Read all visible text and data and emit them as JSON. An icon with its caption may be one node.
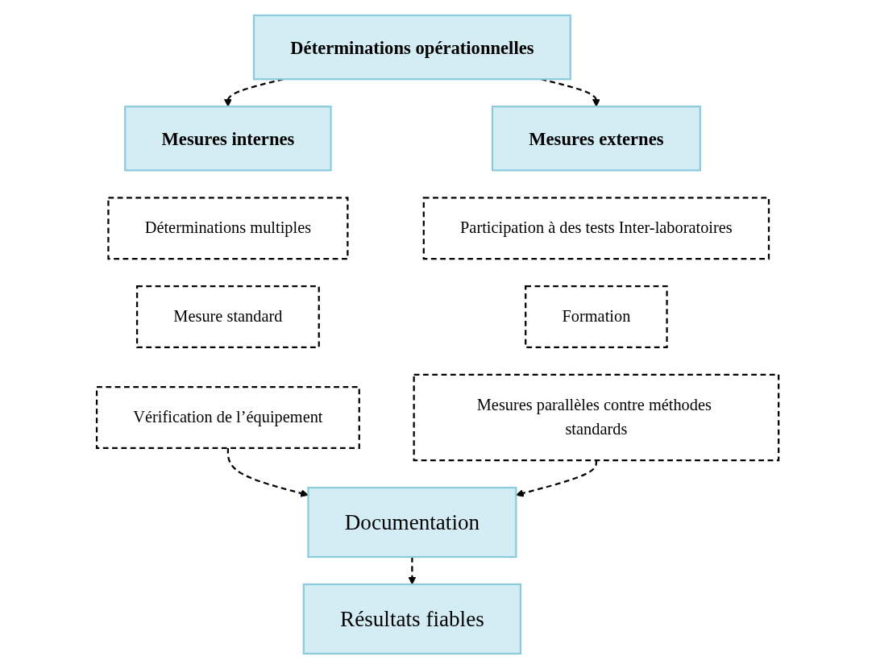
{
  "diagram": {
    "nodes": [
      {
        "text": [
          "Déterminations opérationnelles"
        ]
      },
      {
        "text": [
          "Mesures internes"
        ]
      },
      {
        "text": [
          "Mesures externes"
        ]
      },
      {
        "text": [
          "Déterminations multiples"
        ]
      },
      {
        "text": [
          "Mesure standard"
        ]
      },
      {
        "text": [
          "Vérification de l’équipement"
        ]
      },
      {
        "text": [
          "Participation à des tests Inter-laboratoires"
        ]
      },
      {
        "text": [
          "Formation"
        ]
      },
      {
        "text": [
          "Mesures parallèles contre méthodes standards"
        ]
      },
      {
        "text": [
          "Documentation"
        ]
      },
      {
        "text": [
          "Résultats fiables"
        ]
      }
    ],
    "edges": [
      {
        "from": 0,
        "to": 1,
        "arrow": "to",
        "style": "dashed"
      },
      {
        "from": 0,
        "to": 2,
        "arrow": "to",
        "style": "dashed"
      },
      {
        "from": 5,
        "to": 9,
        "arrow": "to",
        "style": "dashed"
      },
      {
        "from": 8,
        "to": 9,
        "arrow": "to",
        "style": "dashed"
      },
      {
        "from": 9,
        "to": 10,
        "arrow": "to",
        "style": "dashed"
      }
    ]
  }
}
